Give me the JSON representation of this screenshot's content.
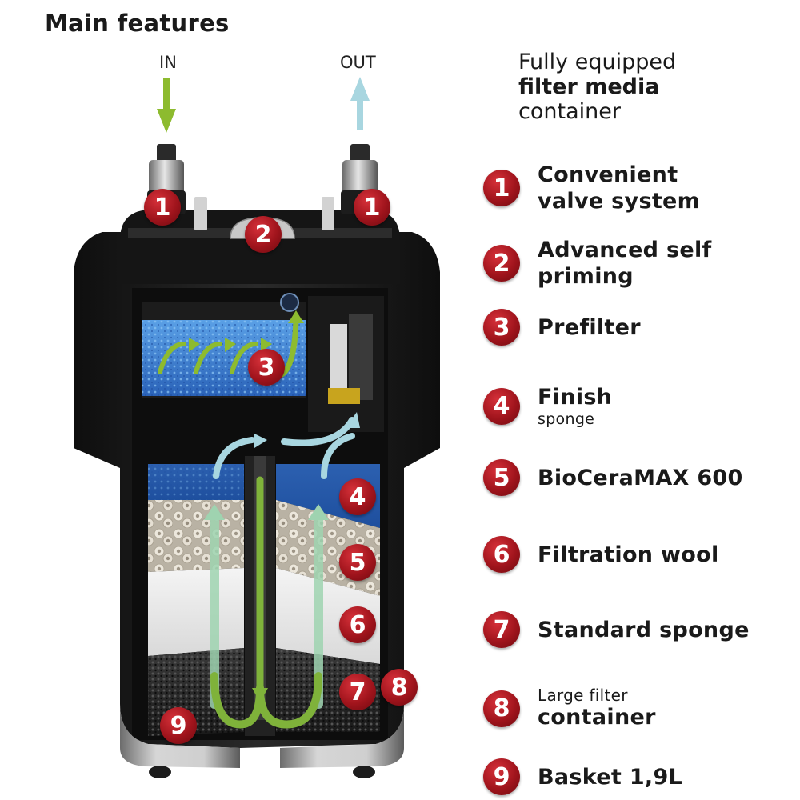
{
  "title": "Main features",
  "flow": {
    "in": "IN",
    "out": "OUT"
  },
  "panel": {
    "line1": "Fully equipped",
    "line2": "filter media",
    "line3": "container"
  },
  "features": [
    {
      "num": "1",
      "line1": "Convenient",
      "line2": "valve system"
    },
    {
      "num": "2",
      "line1": "Advanced self",
      "line2": "priming"
    },
    {
      "num": "3",
      "line1": "Prefilter"
    },
    {
      "num": "4",
      "line1": "Finish",
      "sub": "sponge"
    },
    {
      "num": "5",
      "line1": "BioCeraMAX 600"
    },
    {
      "num": "6",
      "line1": "Filtration wool"
    },
    {
      "num": "7",
      "line1": "Standard sponge"
    },
    {
      "num": "8",
      "pre": "Large filter",
      "line1": "container"
    },
    {
      "num": "9",
      "line1": "Basket 1,9L"
    }
  ],
  "colors": {
    "badge": "#a0141c",
    "in_arrow": "#8dbb2f",
    "out_arrow": "#a8d6e0",
    "body": "#1b1b1b",
    "sponge_blue": "#2a62b8"
  }
}
